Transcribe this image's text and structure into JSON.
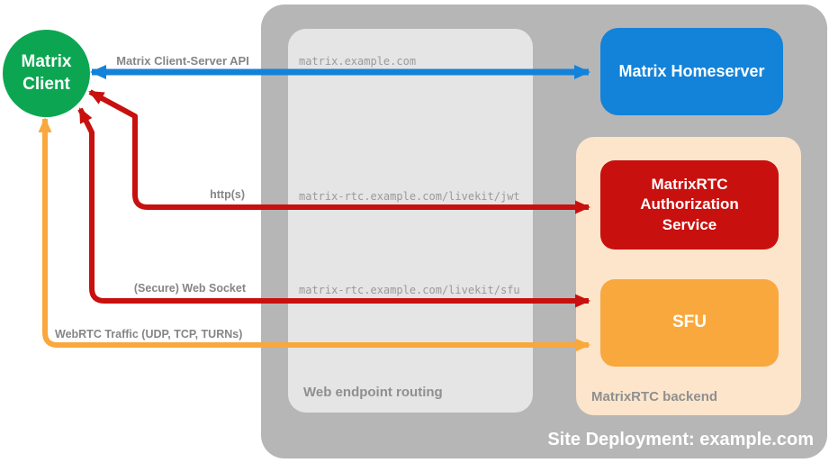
{
  "canvas": {
    "background": "#ffffff"
  },
  "nodes": {
    "client": {
      "label": "Matrix Client",
      "color": "#0ca652"
    },
    "homeserver": {
      "label": "Matrix Homeserver",
      "color": "#1382d9"
    },
    "auth_service": {
      "label": "MatrixRTC Authorization Service",
      "color": "#c8100e"
    },
    "sfu": {
      "label": "SFU",
      "color": "#f9a83d"
    }
  },
  "containers": {
    "site": {
      "label": "Site Deployment: example.com",
      "color": "#b6b6b6"
    },
    "routing": {
      "label": "Web endpoint routing",
      "color": "#e5e5e5"
    },
    "backend": {
      "label": "MatrixRTC backend",
      "color": "#fce5cb"
    }
  },
  "connections": [
    {
      "label": "Matrix Client-Server API",
      "endpoint": "matrix.example.com",
      "from": "Matrix Client",
      "to": "Matrix Homeserver",
      "bidirectional": true,
      "color": "#1382d9"
    },
    {
      "label": "http(s)",
      "endpoint": "matrix-rtc.example.com/livekit/jwt",
      "from": "Matrix Client",
      "to": "MatrixRTC Authorization Service",
      "bidirectional": true,
      "color": "#c8100e"
    },
    {
      "label": "(Secure) Web Socket",
      "endpoint": "matrix-rtc.example.com/livekit/sfu",
      "from": "Matrix Client",
      "to": "SFU",
      "bidirectional": true,
      "color": "#c8100e"
    },
    {
      "label": "WebRTC Traffic (UDP, TCP, TURNs)",
      "from": "Matrix Client",
      "to": "SFU",
      "bidirectional": true,
      "color": "#f9a83d"
    }
  ]
}
